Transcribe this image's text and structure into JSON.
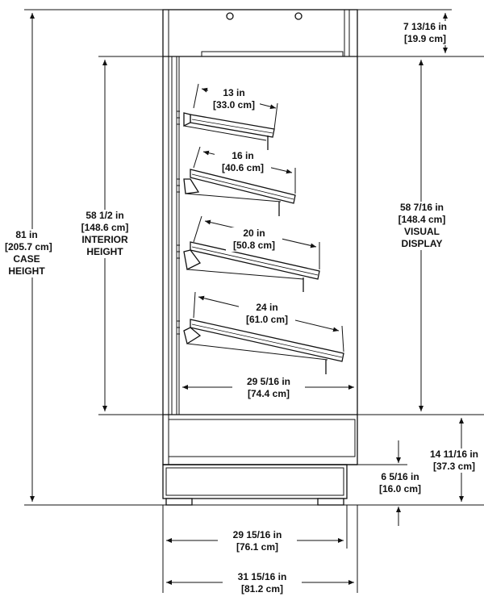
{
  "dimensions": {
    "case_height": {
      "imperial": "81 in",
      "metric": "[205.7 cm]",
      "line3": "CASE",
      "line4": "HEIGHT"
    },
    "interior_height": {
      "imperial": "58 1/2 in",
      "metric": "[148.6 cm]",
      "line3": "INTERIOR",
      "line4": "HEIGHT"
    },
    "visual_display": {
      "imperial": "58 7/16 in",
      "metric": "[148.4 cm]",
      "line3": "VISUAL",
      "line4": "DISPLAY"
    },
    "top_canopy": {
      "imperial": "7 13/16 in",
      "metric": "[19.9 cm]"
    },
    "base_height": {
      "imperial": "14 11/16 in",
      "metric": "[37.3 cm]"
    },
    "kick_plate": {
      "imperial": "6 5/16 in",
      "metric": "[16.0 cm]"
    },
    "interior_width": {
      "imperial": "29 5/16 in",
      "metric": "[74.4 cm]"
    },
    "base_width": {
      "imperial": "29 15/16 in",
      "metric": "[76.1 cm]"
    },
    "case_width": {
      "imperial": "31 15/16 in",
      "metric": "[81.2 cm]"
    }
  },
  "shelves": [
    {
      "imperial": "13 in",
      "metric": "[33.0 cm]"
    },
    {
      "imperial": "16 in",
      "metric": "[40.6 cm]"
    },
    {
      "imperial": "20 in",
      "metric": "[50.8 cm]"
    },
    {
      "imperial": "24 in",
      "metric": "[61.0 cm]"
    }
  ]
}
